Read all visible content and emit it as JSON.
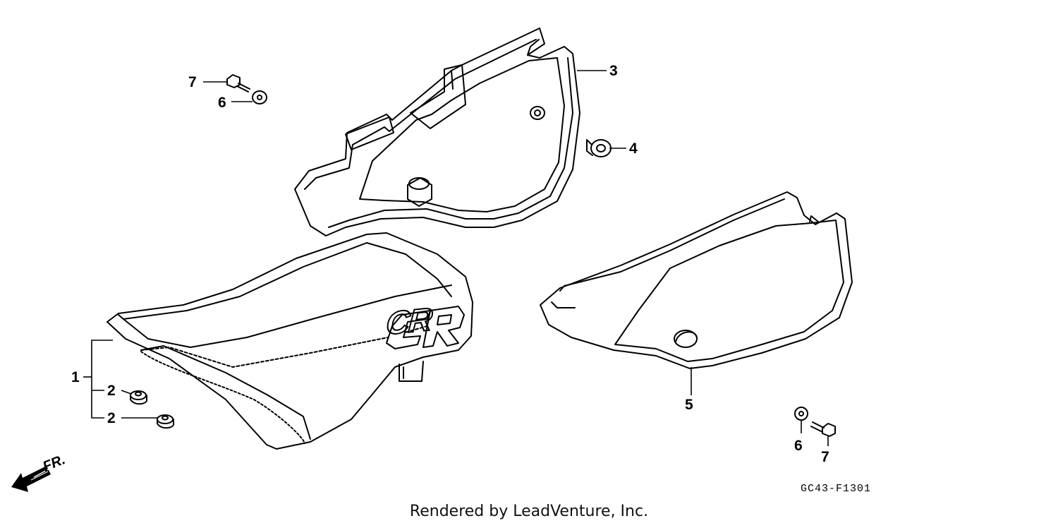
{
  "callouts": {
    "c1": "1",
    "c2a": "2",
    "c2b": "2",
    "c3": "3",
    "c4": "4",
    "c5": "5",
    "c6a": "6",
    "c6b": "6",
    "c7a": "7",
    "c7b": "7"
  },
  "seat_logo": "CR",
  "direction": "FR.",
  "diagram_code": "GC43-F1301",
  "credit": "Rendered by LeadVenture, Inc."
}
